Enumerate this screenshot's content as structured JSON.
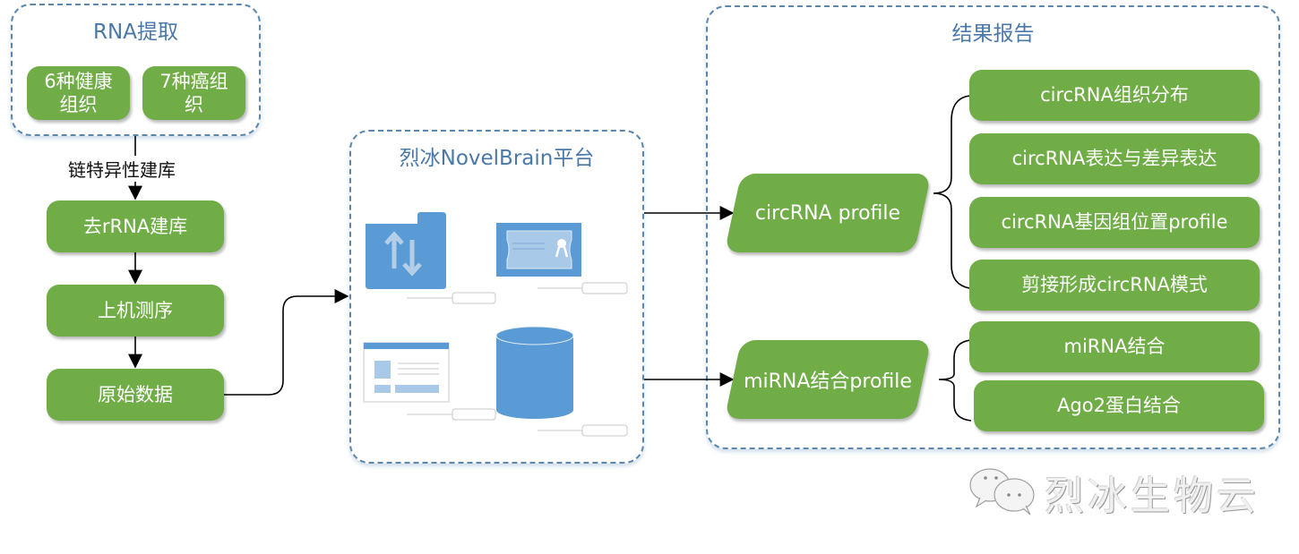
{
  "groups": {
    "rna_extraction": {
      "title": "RNA提取",
      "items": [
        "6种健康组织",
        "7种癌组织"
      ]
    },
    "platform": {
      "title": "烈冰NovelBrain平台"
    },
    "results": {
      "title": "结果报告"
    }
  },
  "pipeline": {
    "edge_label": "链特异性建库",
    "steps": [
      "去rRNA建库",
      "上机测序",
      "原始数据"
    ]
  },
  "profiles": {
    "circrna": {
      "label": "circRNA profile",
      "items": [
        "circRNA组织分布",
        "circRNA表达与差异表达",
        "circRNA基因组位置profile",
        "剪接形成circRNA模式"
      ]
    },
    "mirna": {
      "label": "miRNA结合profile",
      "items": [
        "miRNA结合",
        "Ago2蛋白结合"
      ]
    }
  },
  "platform_icons": [
    "folder-transfer-icon",
    "certificate-icon",
    "window-icon",
    "database-icon"
  ],
  "watermark": "烈冰生物云",
  "colors": {
    "box_green": "#70ad47",
    "group_border": "#5b86ad",
    "icon_blue": "#5b9bd5"
  }
}
